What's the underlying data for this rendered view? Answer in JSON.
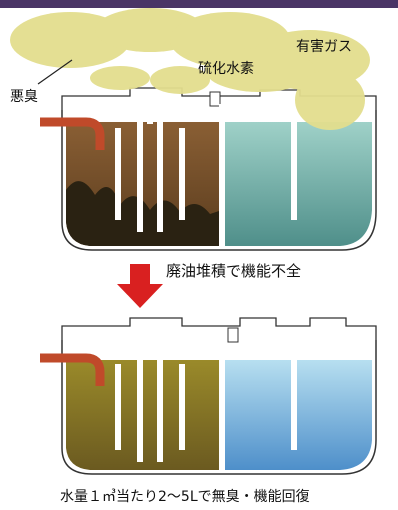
{
  "labels": {
    "bad_odor": "悪臭",
    "hydrogen_sulfide": "硫化水素",
    "harmful_gas": "有害ガス",
    "malfunction": "廃油堆積で機能不全",
    "recovery": "水量１㎥当たり2～5Lで無臭・機能回復"
  },
  "colors": {
    "top_background": "#4a3566",
    "gas_cloud": "#e3de8e",
    "tank_outline": "#ffffff",
    "oil_sludge": "#7a5530",
    "dark_sludge": "#2a2212",
    "water_top": "#8fc6c0",
    "water_bottom": "#5fa5cf",
    "inlet_pipe": "#c04a2a",
    "arrow": "#d92020"
  }
}
